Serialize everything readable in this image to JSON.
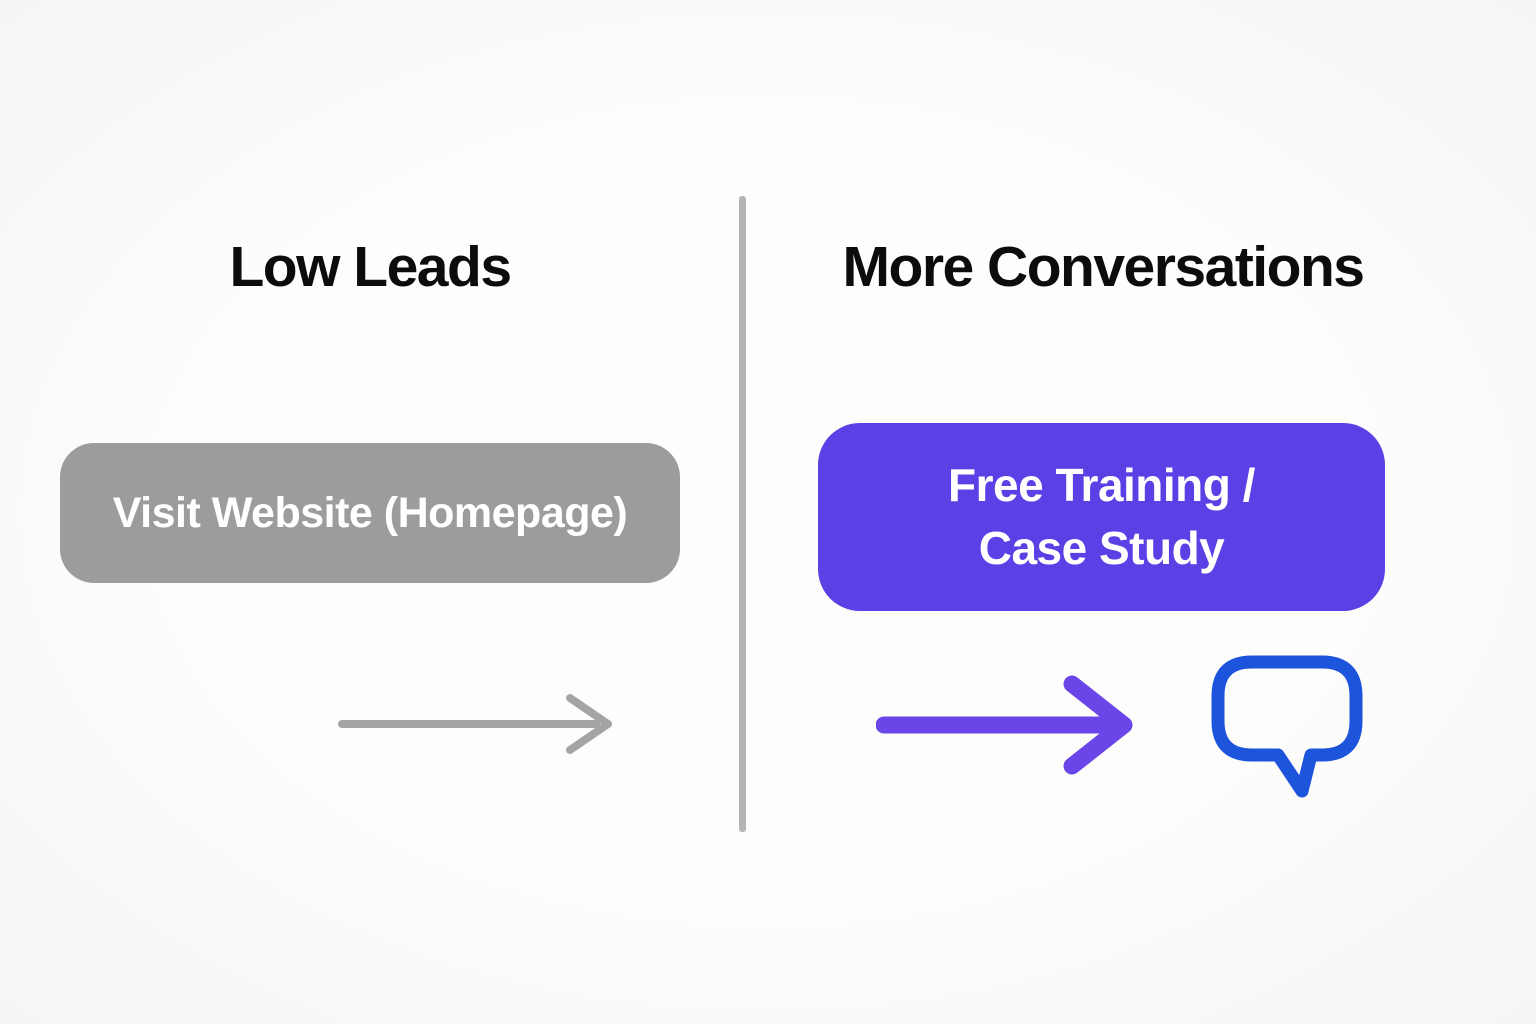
{
  "diagram": {
    "background_color": "#fbfbfa",
    "divider_color": "#b4b4b6",
    "left": {
      "title": "Low Leads",
      "button_label": "Visit Website (Homepage)",
      "button_color": "#9c9c9f",
      "arrow_color": "#a4a4a7",
      "arrow_icon": "right-arrow"
    },
    "right": {
      "title": "More Conversations",
      "button_lines": [
        "Free Training /",
        "Case Study"
      ],
      "button_color": "#5b40e6",
      "arrow_color": "#6a46e8",
      "arrow_icon": "right-arrow",
      "bubble_color": "#1c54dc",
      "bubble_icon": "speech-bubble"
    }
  }
}
